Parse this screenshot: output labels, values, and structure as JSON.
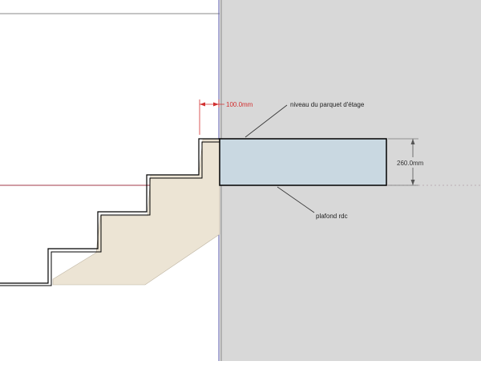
{
  "colors": {
    "background_left": "#ffffff",
    "background_right": "#d8d8d8",
    "floor_slab": "#c9d8e1",
    "stringer": "#ece4d4",
    "outline": "#000000",
    "dimension_red": "#d23030",
    "guide_red": "#a03a48",
    "axis_blue": "#5a5aa8",
    "dimension_gray": "#555555"
  },
  "dimensions": {
    "nosing_overhang": "100.0mm",
    "slab_thickness": "260.0mm"
  },
  "annotations": {
    "upper_floor_level": "niveau du parquet d'étage",
    "ground_floor_ceiling": "plafond rdc"
  }
}
